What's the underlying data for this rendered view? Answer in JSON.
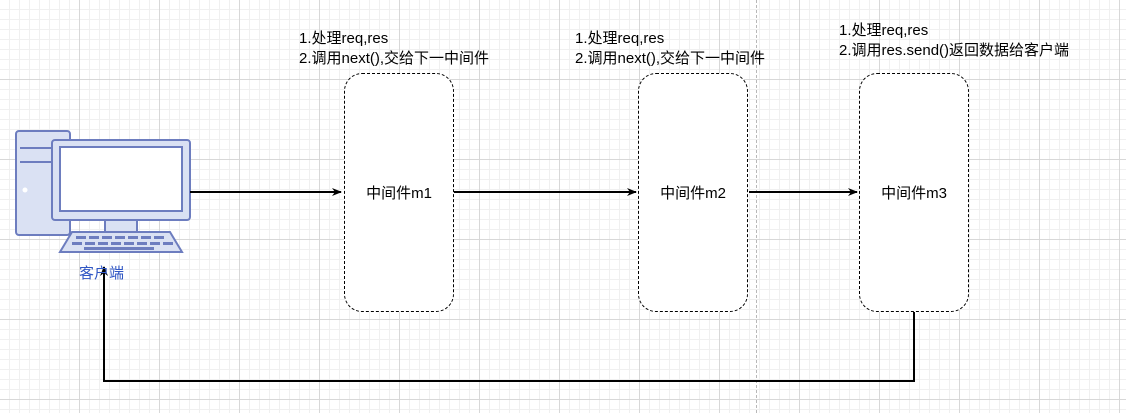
{
  "colors": {
    "client_label": "#2f56c4",
    "computer_fill": "#dae1f3",
    "computer_stroke": "#6d7dbf",
    "screen_fill": "#ffffff",
    "arrow": "#000000"
  },
  "client": {
    "label": "客户端",
    "icon": "desktop-computer-icon"
  },
  "middlewares": [
    {
      "name": "中间件m1",
      "notes": [
        "1.处理req,res",
        "2.调用next(),交给下一中间件"
      ]
    },
    {
      "name": "中间件m2",
      "notes": [
        "1.处理req,res",
        "2.调用next(),交给下一中间件"
      ]
    },
    {
      "name": "中间件m3",
      "notes": [
        "1.处理req,res",
        "2.调用res.send()返回数据给客户端"
      ]
    }
  ]
}
